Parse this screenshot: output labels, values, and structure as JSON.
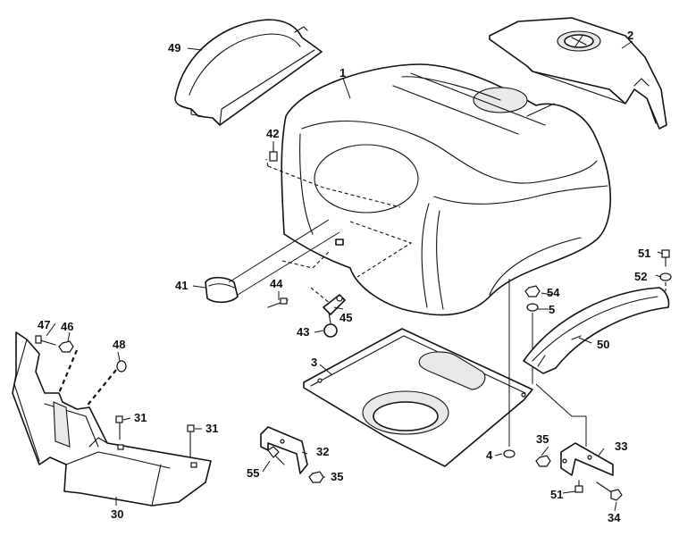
{
  "diagram": {
    "labels": [
      {
        "id": "p1",
        "text": "1"
      },
      {
        "id": "p2",
        "text": "2"
      },
      {
        "id": "p3",
        "text": "3"
      },
      {
        "id": "p4",
        "text": "4"
      },
      {
        "id": "p5",
        "text": "5"
      },
      {
        "id": "p30",
        "text": "30"
      },
      {
        "id": "p31a",
        "text": "31"
      },
      {
        "id": "p31b",
        "text": "31"
      },
      {
        "id": "p32",
        "text": "32"
      },
      {
        "id": "p33",
        "text": "33"
      },
      {
        "id": "p34",
        "text": "34"
      },
      {
        "id": "p35a",
        "text": "35"
      },
      {
        "id": "p35b",
        "text": "35"
      },
      {
        "id": "p41",
        "text": "41"
      },
      {
        "id": "p42",
        "text": "42"
      },
      {
        "id": "p43",
        "text": "43"
      },
      {
        "id": "p44",
        "text": "44"
      },
      {
        "id": "p45",
        "text": "45"
      },
      {
        "id": "p46",
        "text": "46"
      },
      {
        "id": "p47",
        "text": "47"
      },
      {
        "id": "p48",
        "text": "48"
      },
      {
        "id": "p49",
        "text": "49"
      },
      {
        "id": "p50",
        "text": "50"
      },
      {
        "id": "p51a",
        "text": "51"
      },
      {
        "id": "p51b",
        "text": "51"
      },
      {
        "id": "p52",
        "text": "52"
      },
      {
        "id": "p54",
        "text": "54"
      },
      {
        "id": "p55",
        "text": "55"
      }
    ]
  }
}
